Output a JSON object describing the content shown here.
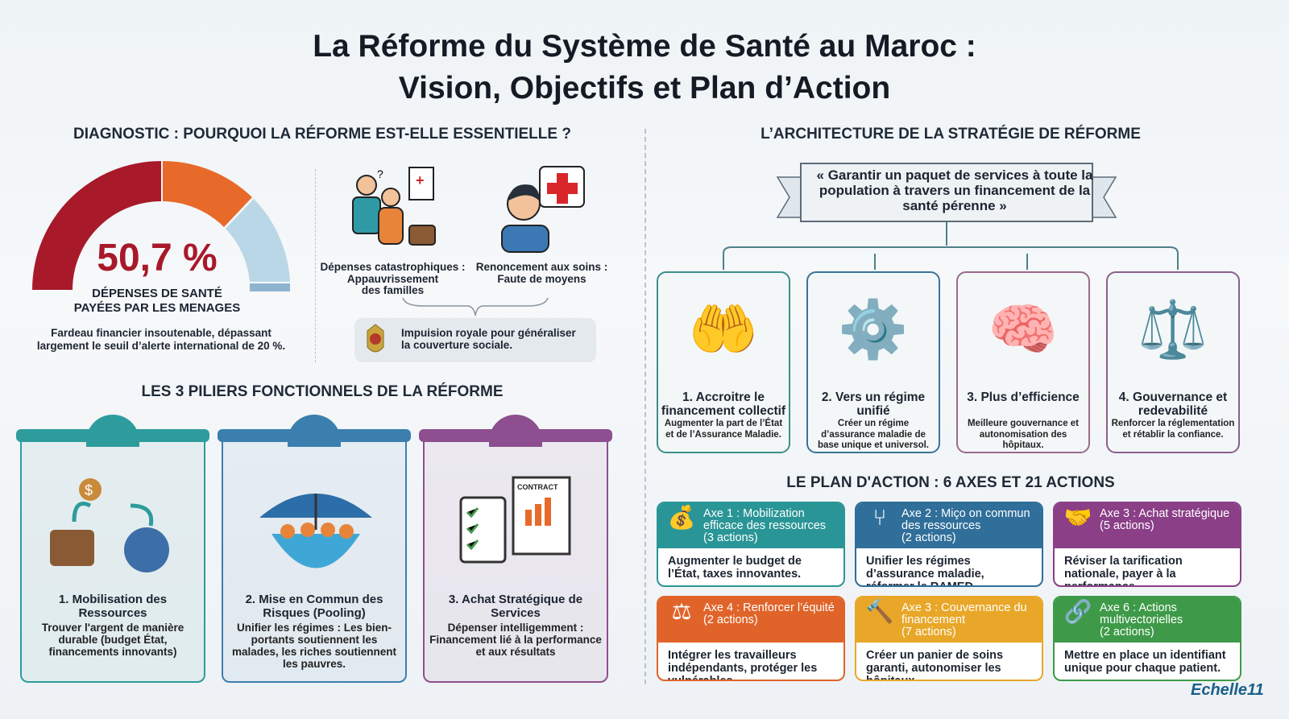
{
  "title": {
    "line1": "La Réforme du Système de Santé au Maroc :",
    "line2": "Vision, Objectifs et Plan d’Action"
  },
  "diagnostic": {
    "heading": "DIAGNOSTIC : POURQUOI LA RÉFORME EST-ELLE ESSENTIELLE ?",
    "gauge": {
      "value_label": "50,7 %",
      "value": 50.7,
      "caption1": "DÉPENSES DE SANTÉ",
      "caption2": "PAYÉES PAR LES MENAGES",
      "colors": [
        "#a8192a",
        "#e86a2a",
        "#b9d7e6",
        "#8fb4cf"
      ]
    },
    "note1": "Fardeau financier insoutenable, dépassant",
    "note2": "largement le seuil d’alerte international de 20 %.",
    "issues": [
      {
        "title": "Dépenses catastrophiques :",
        "text1": "Appauvrissement",
        "text2": "des familles"
      },
      {
        "title": "Renoncement aux soins :",
        "text1": "Faute de moyens"
      }
    ],
    "royal1": "Impuision royale pour généraliser",
    "royal2": "la couverture sociale."
  },
  "pillars": {
    "heading": "LES 3 PILIERS FONCTIONNELS DE LA RÉFORME",
    "items": [
      {
        "title": "1. Mobilisation des Ressources",
        "text": "Trouver l'argent de manière durable (budget État, financements innovants)",
        "color": "#2e9c9c"
      },
      {
        "title": "2. Mise en Commun des Risques (Pooling)",
        "text": "Unifier les régimes : Les bien-portants soutiennent les malades, les riches soutiennent les pauvres.",
        "color": "#3a7fae"
      },
      {
        "title": "3. Achat Stratégique de Services",
        "text": "Dépenser intelligemment : Financement lié à la performance et aux résultats",
        "color": "#8d4f8f",
        "contract": "CONTRACT"
      }
    ]
  },
  "architecture": {
    "heading": "L’ARCHITECTURE DE LA STRATÉGIE DE RÉFORME",
    "banner": "« Garantir un paquet de services à toute la population à travers un financement de la santé pérenne »",
    "cards": [
      {
        "title": "1. Accroitre le financement collectif",
        "text": "Augmenter la part de l’État et de l’Assurance Maladie.",
        "color": "#3d8f8a"
      },
      {
        "title": "2. Vers un régime unifié",
        "text": "Créer un régime d’assurance maladie de base unique et universol.",
        "color": "#3a7399"
      },
      {
        "title": "3. Plus d’efficience",
        "text": "Meilleure gouvernance et autonomisation des hôpitaux.",
        "color": "#9a6a8a"
      },
      {
        "title": "4. Gouvernance et redevabilité",
        "text": "Renforcer la réglementation et rétablir la confiance.",
        "color": "#8b5f8a"
      }
    ]
  },
  "plan": {
    "heading": "LE PLAN D'ACTION : 6 AXES ET 21 ACTIONS",
    "axes": [
      {
        "title": "Axe 1 : Mobilization efficace des ressources",
        "count": "(3 actions)",
        "text": "Augmenter le budget de l’État, taxes innovantes.",
        "color": "#2a9596",
        "icon": "money-bag"
      },
      {
        "title": "Axe 2 : Miço on commun des ressources",
        "count": "(2 actions)",
        "text": "Unifier les régimes d’assurance maladie, réformer le RAMED.",
        "color": "#2f6f9a",
        "icon": "merge-arrows"
      },
      {
        "title": "Axe 3 : Achat stratégique",
        "count": "(5 actions)",
        "text": "Réviser la tarification nationale, payer à la performance.",
        "color": "#8a3f87",
        "icon": "handshake"
      },
      {
        "title": "Axe 4 : Renforcer l’équité",
        "count": "(2 actions)",
        "text": "Intégrer les travailleurs indépendants, protéger les vulnérables.",
        "color": "#e0642a",
        "icon": "scales"
      },
      {
        "title": "Axe 3 : Couvernance du financement",
        "count": "(7 actions)",
        "text": "Créer un panier de soins garanti, autonomiser les hôpitaux.",
        "color": "#e8a728",
        "icon": "gavel"
      },
      {
        "title": "Axe 6 : Actions multivectorielles",
        "count": "(2 actions)",
        "text": "Mettre en place un identifiant unique pour chaque patient.",
        "color": "#3e9a48",
        "icon": "link"
      }
    ]
  },
  "watermark": "Echelle11"
}
